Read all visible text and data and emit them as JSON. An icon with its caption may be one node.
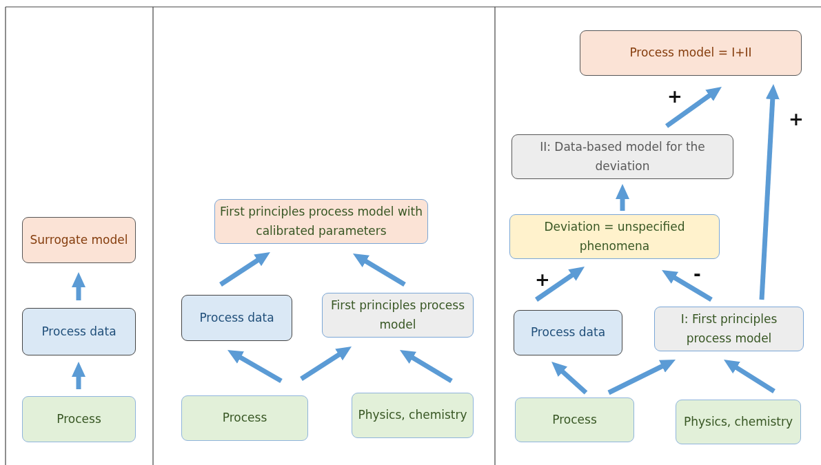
{
  "diagram": {
    "nodes": [
      {
        "text": [
          "Surrogate model"
        ]
      },
      {
        "text": [
          "Process data"
        ]
      },
      {
        "text": [
          "Process"
        ]
      },
      {
        "text": [
          "First principles process model with calibrated parameters"
        ]
      },
      {
        "text": [
          "Process data"
        ]
      },
      {
        "text": [
          "First principles process model"
        ]
      },
      {
        "text": [
          "Process"
        ]
      },
      {
        "text": [
          "Physics, chemistry"
        ]
      },
      {
        "text": [
          "Process model = I+II"
        ]
      },
      {
        "text": [
          "II: Data-based model for the deviation"
        ]
      },
      {
        "text": [
          "Deviation = unspecified phenomena"
        ]
      },
      {
        "text": [
          "Process data"
        ]
      },
      {
        "text": [
          "I: First principles process model"
        ]
      },
      {
        "text": [
          "Process"
        ]
      },
      {
        "text": [
          "Physics, chemistry"
        ]
      }
    ],
    "edges": [
      {
        "from": 2,
        "to": 1,
        "arrow": "to"
      },
      {
        "from": 1,
        "to": 0,
        "arrow": "to"
      },
      {
        "from": 6,
        "to": 4,
        "arrow": "to"
      },
      {
        "from": 6,
        "to": 5,
        "arrow": "to"
      },
      {
        "from": 7,
        "to": 5,
        "arrow": "to"
      },
      {
        "from": 4,
        "to": 3,
        "arrow": "to"
      },
      {
        "from": 5,
        "to": 3,
        "arrow": "to"
      },
      {
        "from": 13,
        "to": 11,
        "arrow": "to"
      },
      {
        "from": 13,
        "to": 12,
        "arrow": "to"
      },
      {
        "from": 14,
        "to": 12,
        "arrow": "to"
      },
      {
        "from": 11,
        "to": 10,
        "arrow": "to",
        "label": "+"
      },
      {
        "from": 12,
        "to": 10,
        "arrow": "to",
        "label": "-"
      },
      {
        "from": 10,
        "to": 9,
        "arrow": "to"
      },
      {
        "from": 9,
        "to": 8,
        "arrow": "to",
        "label": "+"
      },
      {
        "from": 12,
        "to": 8,
        "arrow": "to",
        "label": "+"
      }
    ]
  }
}
